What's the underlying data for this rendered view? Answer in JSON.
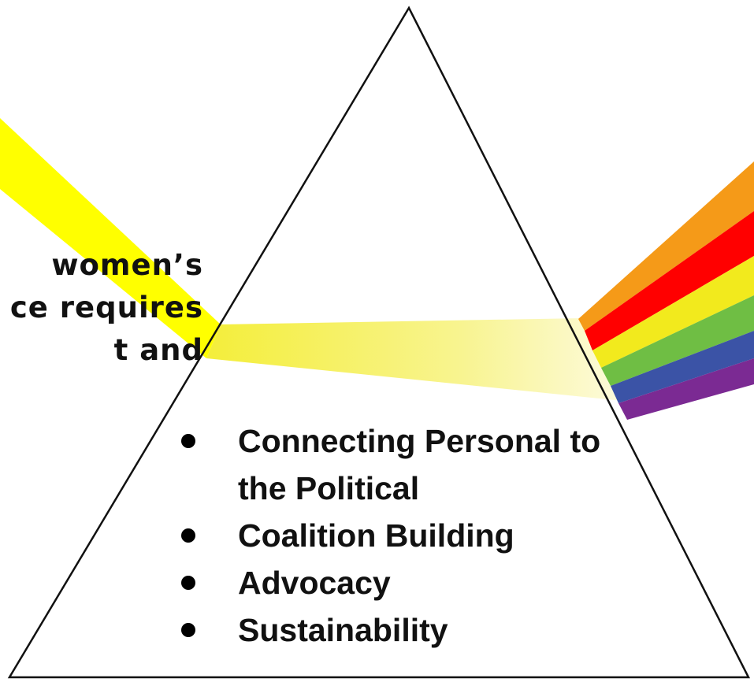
{
  "left_text": {
    "line1": "women’s",
    "line2": "ce requires",
    "line3": "t and"
  },
  "bullets": [
    {
      "line1": "Connecting Personal to",
      "line2": "the Political"
    },
    {
      "line1": "Coalition Building"
    },
    {
      "line1": "Advocacy"
    },
    {
      "line1": "Sustainability"
    }
  ],
  "colors": {
    "beam_in": "#ffff00",
    "beam_inside": "#f8f36a",
    "spectrum": [
      "#f59a18",
      "#ff0000",
      "#f2ea1d",
      "#6fbe44",
      "#3b53a6",
      "#7b2a93"
    ],
    "outline": "#111111"
  }
}
